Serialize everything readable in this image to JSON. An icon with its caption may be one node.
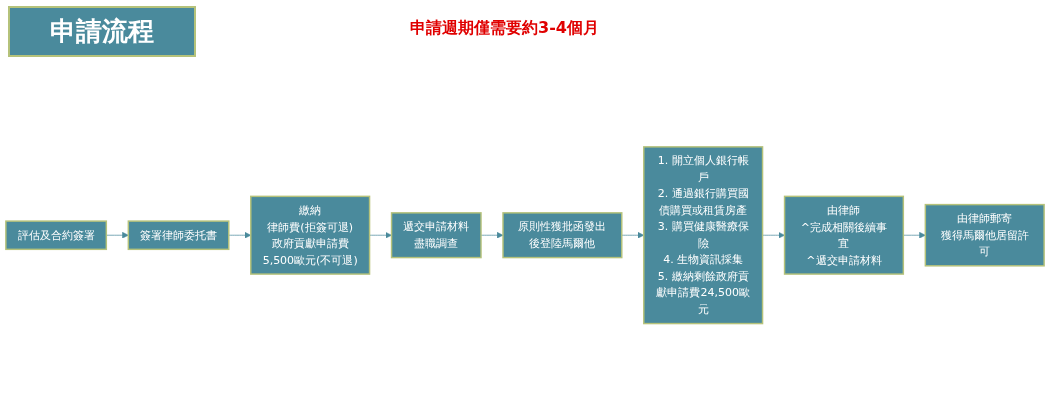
{
  "diagram": {
    "title": "申請流程",
    "nodes": [
      {
        "text": [
          "評估及合約簽署"
        ]
      },
      {
        "text": [
          "簽署律師委托書"
        ]
      },
      {
        "text": [
          "繳納",
          "律師費(拒簽可退)",
          "政府貢獻申請費5,500歐元(不可退)"
        ]
      },
      {
        "text": [
          "遞交申請材料",
          "盡職調查"
        ]
      },
      {
        "text": [
          "原則性獲批函發出後登陸馬爾他"
        ]
      },
      {
        "text": [
          "1. 開立個人銀行帳戶",
          "2. 通過銀行購買國債購買或租賃房產",
          "3. 購買健康醫療保險",
          "4. 生物資訊採集",
          "5. 繳納剩餘政府貢獻申請費24,500歐元"
        ]
      },
      {
        "text": [
          "由律師",
          "^完成相關後續事宜",
          "^遞交申請材料"
        ]
      },
      {
        "text": [
          "由律師郵寄",
          "獲得馬爾他居留許可"
        ]
      }
    ],
    "edges": [
      {
        "from": 0,
        "to": 1,
        "arrow": "to"
      },
      {
        "from": 1,
        "to": 2,
        "arrow": "to"
      },
      {
        "from": 2,
        "to": 3,
        "arrow": "to"
      },
      {
        "from": 3,
        "to": 4,
        "arrow": "to"
      },
      {
        "from": 4,
        "to": 5,
        "arrow": "to"
      },
      {
        "from": 5,
        "to": 6,
        "arrow": "to"
      },
      {
        "from": 6,
        "to": 7,
        "arrow": "to"
      }
    ],
    "labels": [
      "申請週期僅需要約3-4個月"
    ]
  }
}
